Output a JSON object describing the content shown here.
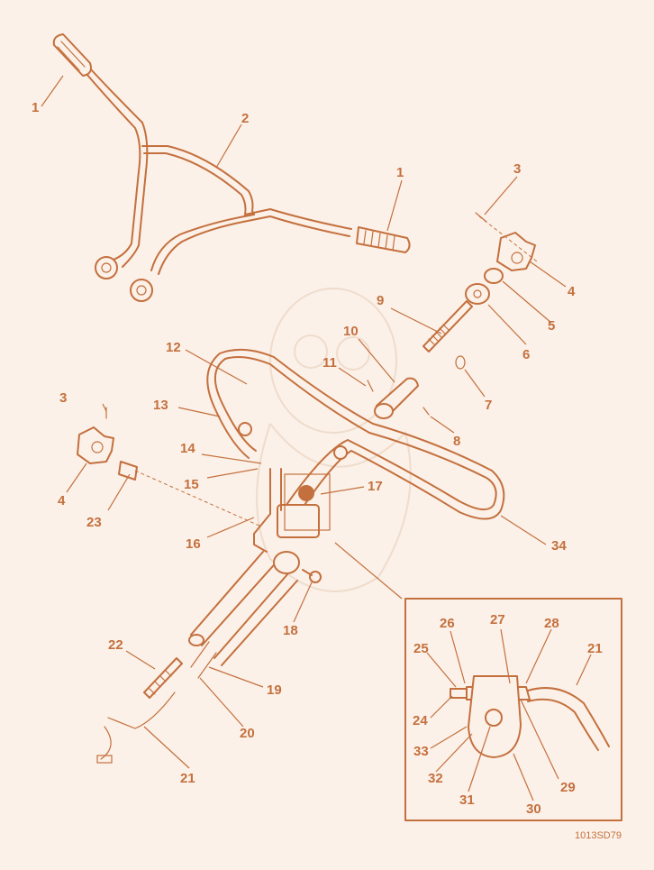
{
  "diagram": {
    "reference_code": "1013SD79",
    "callouts": {
      "c1a": "1",
      "c2": "2",
      "c1b": "1",
      "c3a": "3",
      "c4a": "4",
      "c5": "5",
      "c6": "6",
      "c9": "9",
      "c7": "7",
      "c10": "10",
      "c11": "11",
      "c8": "8",
      "c12": "12",
      "c13": "13",
      "c3b": "3",
      "c14": "14",
      "c15": "15",
      "c17": "17",
      "c4b": "4",
      "c23": "23",
      "c16": "16",
      "c34": "34",
      "c18": "18",
      "c22": "22",
      "c19": "19",
      "c20": "20",
      "c21a": "21",
      "c26": "26",
      "c27": "27",
      "c28": "28",
      "c25": "25",
      "c21b": "21",
      "c24": "24",
      "c33": "33",
      "c32": "32",
      "c31": "31",
      "c29": "29",
      "c30": "30"
    }
  }
}
